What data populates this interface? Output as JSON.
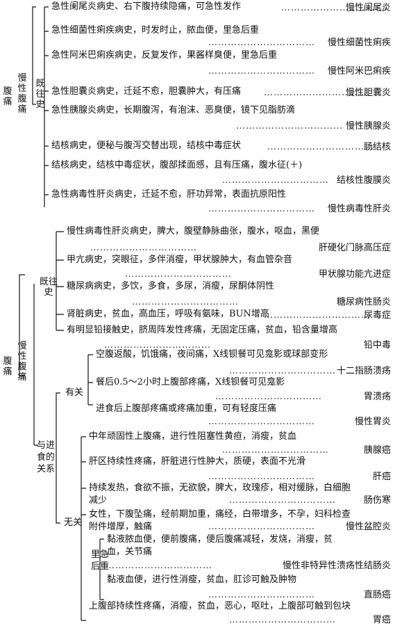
{
  "dots": "……………………………",
  "part1": {
    "root": "腹痛",
    "chronic": "慢性腹痛",
    "history": "既往史",
    "items": [
      {
        "text": "急性阑尾炎病史、右下腹持续隐痛，可急性发作",
        "result": "慢性阑尾炎"
      },
      {
        "text": "急性细菌性痢疾病史，时发时止，脓血便，里急后重",
        "result": "慢性细菌性痢疾"
      },
      {
        "text": "急性阿米巴痢疾病史，反复发作，果酱样臭便，里急后重",
        "result": "慢性阿米巴痢疾"
      },
      {
        "text": "急性胆囊炎病史，迁延不愈，胆囊肿大，有压痛",
        "result": "慢性胆囊炎"
      },
      {
        "text": "急性胰腺炎病史，长期腹泻，有泡沫、恶臭便，镜下见脂肪滴",
        "result": "慢性胰腺炎"
      },
      {
        "text": "结核病史，便秘与腹泻交替出现，结核中毒症状",
        "result": "肠结核"
      },
      {
        "text": "结核病史，结核中毒症状，腹部揉面感，且有压痛，腹水征(＋)",
        "result": "结核性腹膜炎"
      },
      {
        "text": "急性病毒性肝炎病史，迁延不愈，肝功异常，表面抗原阳性",
        "result": "慢性病毒性肝炎"
      }
    ]
  },
  "part2": {
    "root": "腹痛",
    "chronic": "慢性腹痛",
    "history": "既往史",
    "history_items": [
      {
        "text": "慢性病毒性肝炎病史，脾大，腹壁静脉曲张，腹水，呕血，黑便",
        "result": "肝硬化门脉高压症"
      },
      {
        "text": "甲亢病史，突眼征，多伴消瘦，甲状腺肿大，有血管杂音",
        "result": "甲状腺功能亢进症"
      },
      {
        "text": "糖尿病病史，多饮，多食，多尿，消瘦，尿酮体阴性",
        "result": "糖尿病性肠炎"
      },
      {
        "text": "肾脏病史，贫血，高血压，呼吸有氨味，BUN增高",
        "result": "尿毒症"
      },
      {
        "text": "有明显铅接触史，脐周阵发性疼痛，无固定压痛，贫血，铅含量增高",
        "result": "铅中毒"
      }
    ],
    "food": "与进食的关系",
    "related": "有关",
    "related_items": [
      {
        "text": "空腹返酸，饥饿痛，夜间痛，X线钡餐可见龛影或球部变形",
        "result": "十二指肠溃疡"
      },
      {
        "text": "餐后0.5～2小时上腹部疼痛，X线钡餐可见龛影",
        "result": "胃溃疡"
      },
      {
        "text": "进食后上腹部疼痛或疼痛加重，可有轻度压痛",
        "result": "慢性胃炎"
      }
    ],
    "unrelated": "无关",
    "unrelated_items": [
      {
        "text": "中年顽固性上腹痛，进行性阻塞性黄疸，消瘦，贫血",
        "result": "胰腺癌"
      },
      {
        "text": "肝区持续性疼痛，肝脏进行性肿大，质硬，表面不光滑",
        "result": "肝癌"
      },
      {
        "text": "持续发热，食欲不振，无欲貌，脾大，玫瑰疹，相对缓脉，白细胞",
        "text2": "减少",
        "result": "肠伤寒"
      },
      {
        "text": "女性，下腹坠痛，经前期加重，痛经，白带增多，不孕，妇科检查",
        "text2": "附件增厚，触痛",
        "result": "慢性盆腔炎"
      }
    ],
    "tenesmus": "里急后重",
    "tenesmus_items": [
      {
        "text": "黏液脓血便，便前腹痛，便后腹痛减轻，发烧，消瘦，贫",
        "text2": "血，关节痛",
        "result": "慢性非特异性溃疡性结肠炎"
      },
      {
        "text": "黏液血便，进行性消瘦，贫血，肛诊可触及肿物",
        "result": "直肠癌"
      }
    ],
    "last_item": {
      "text": "上腹部持续性疼痛，消瘦，贫血，恶心，呕吐，上腹部可触到包块",
      "result": "胃癌"
    }
  }
}
